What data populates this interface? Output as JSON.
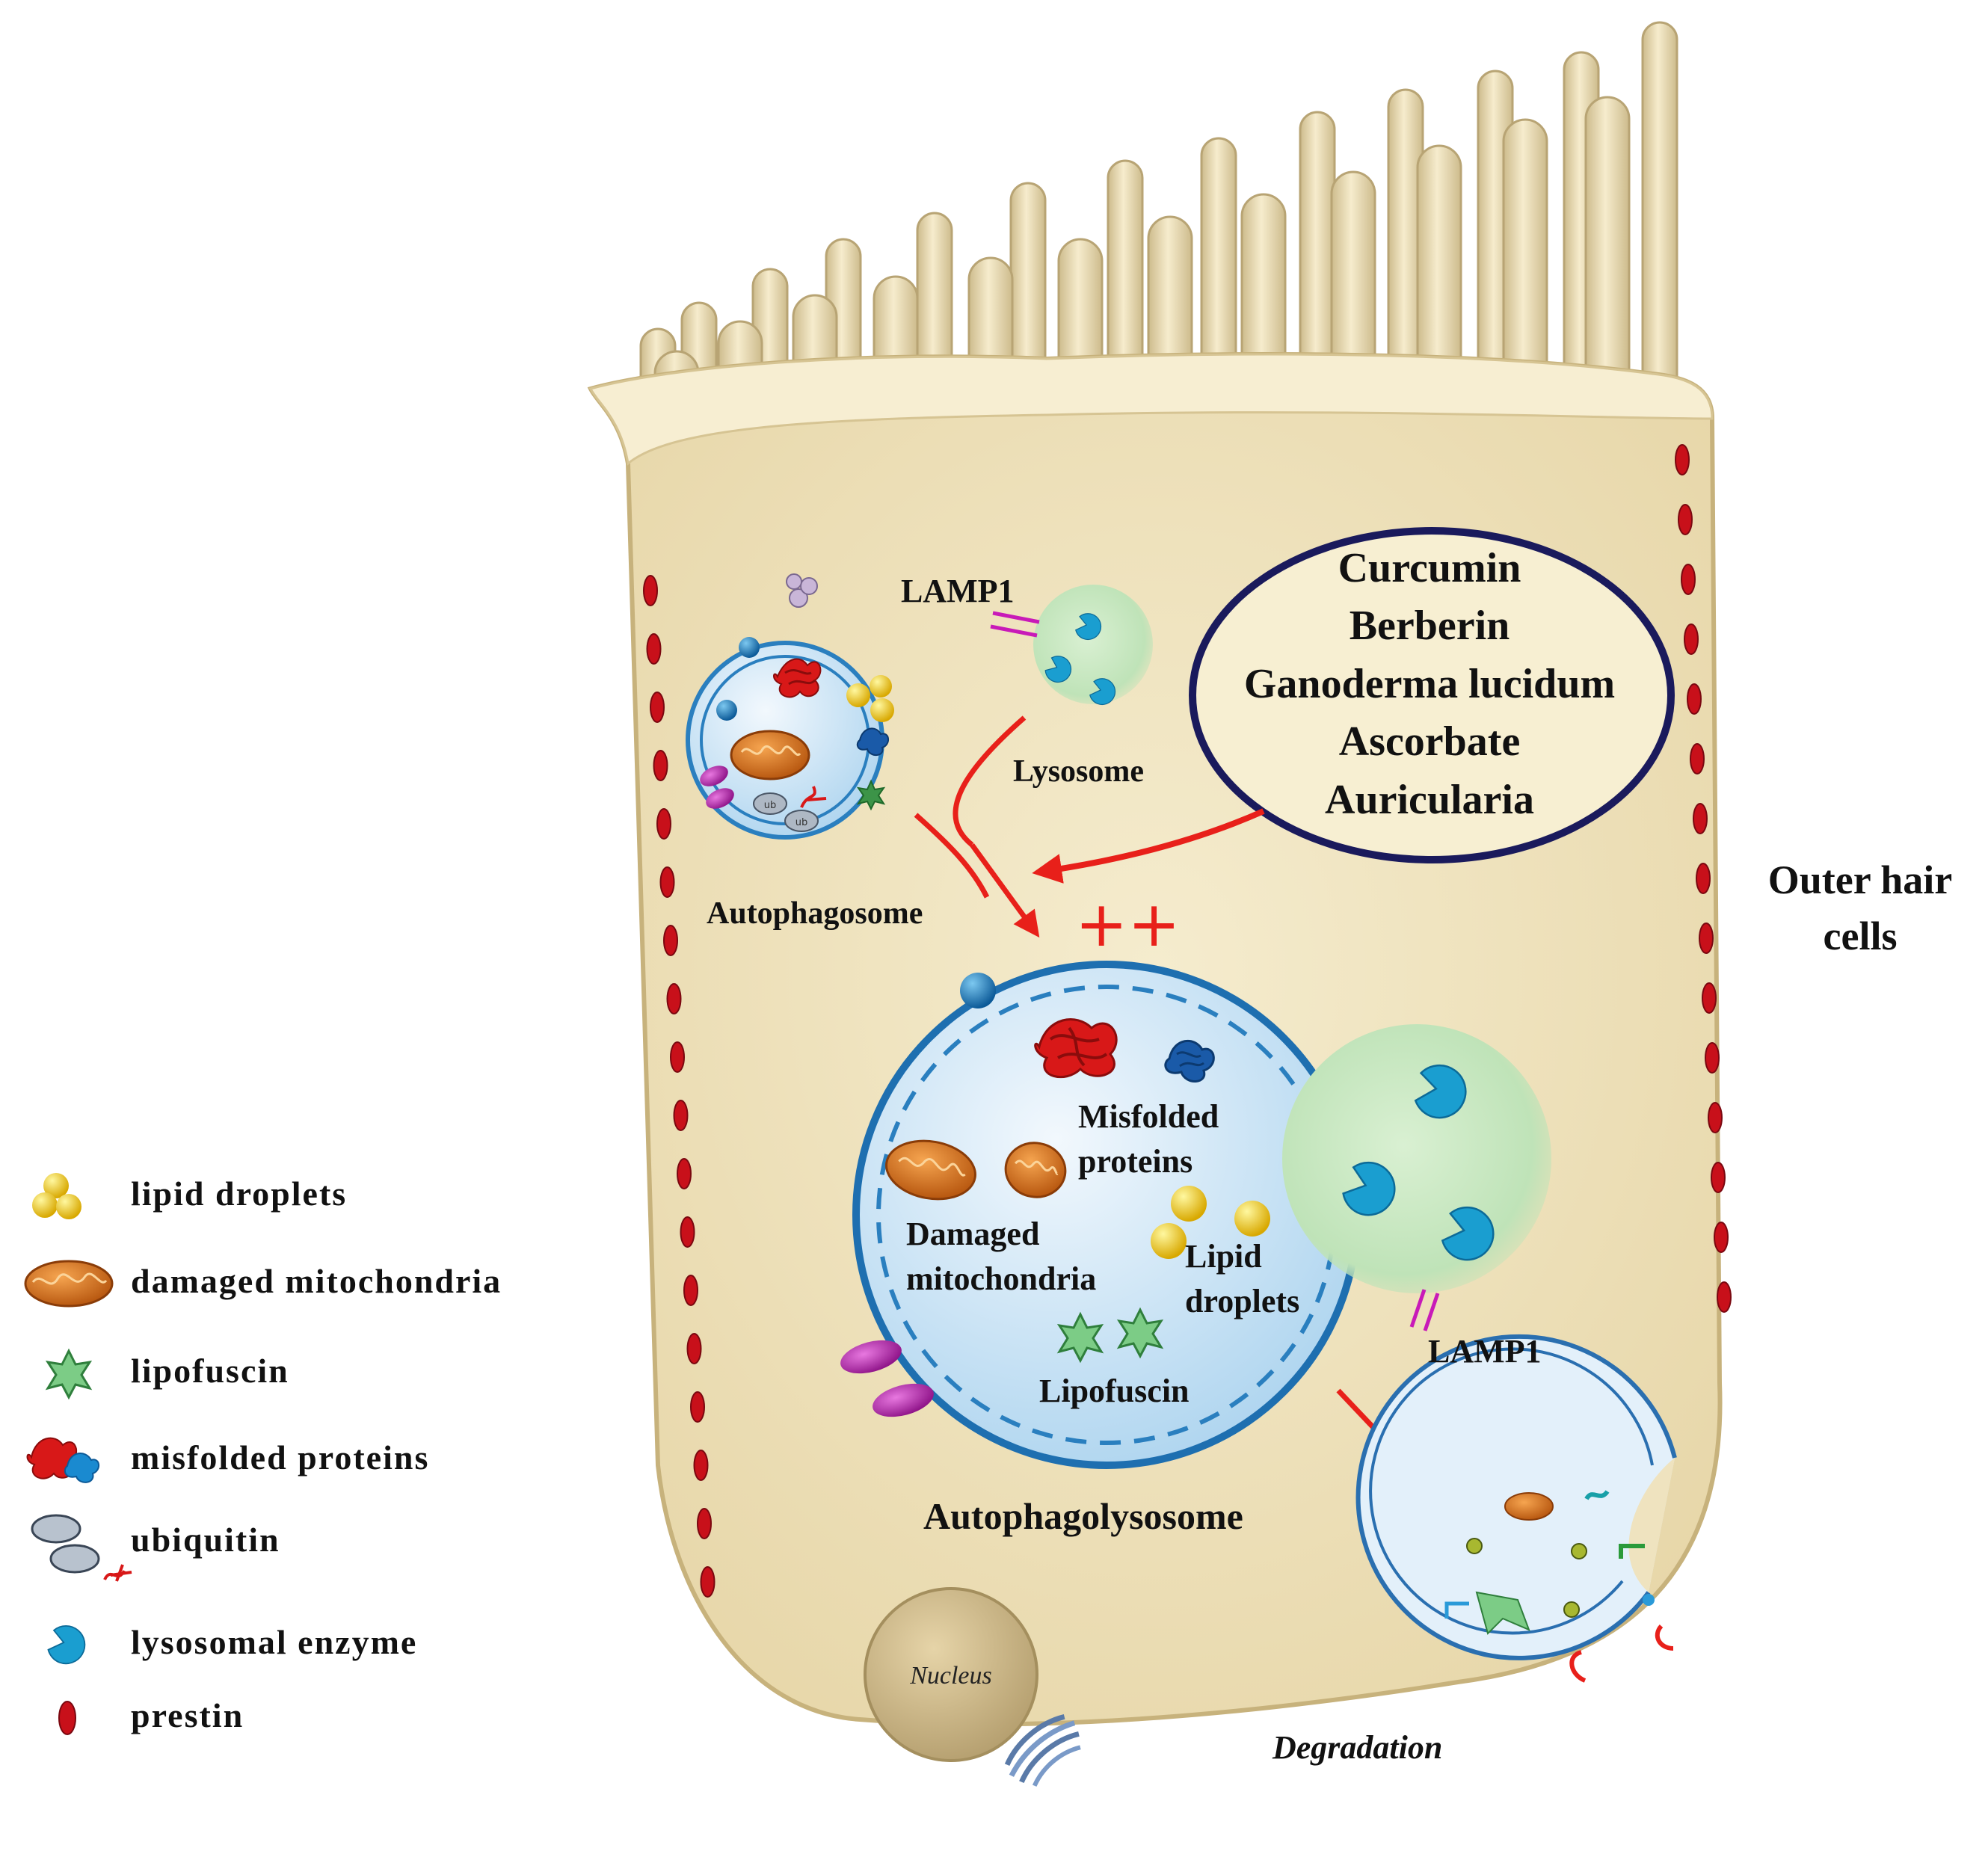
{
  "drugs": {
    "items": [
      "Curcumin",
      "Berberin",
      "Ganoderma lucidum",
      "Ascorbate",
      "Auricularia"
    ]
  },
  "labels": {
    "lamp1_top": "LAMP1",
    "lysosome": "Lysosome",
    "autophagosome": "Autophagosome",
    "plus": "++",
    "misfolded": [
      "Misfolded",
      "proteins"
    ],
    "damaged": [
      "Damaged",
      "mitochondria"
    ],
    "lipid": [
      "Lipid",
      "droplets"
    ],
    "lipofuscin": "Lipofuscin",
    "lamp1_bottom": "LAMP1",
    "autophagolysosome": "Autophagolysosome",
    "nucleus": "Nucleus",
    "degradation": "Degradation",
    "outer_hair_cells": [
      "Outer hair",
      "cells"
    ],
    "ub": "ub"
  },
  "legend": [
    {
      "icon": "lipid-droplets-icon",
      "label": "lipid  droplets"
    },
    {
      "icon": "damaged-mitochondria-icon",
      "label": "damaged  mitochondria"
    },
    {
      "icon": "lipofuscin-icon",
      "label": "lipofuscin"
    },
    {
      "icon": "misfolded-proteins-icon",
      "label": "misfolded  proteins"
    },
    {
      "icon": "ubiquitin-icon",
      "label": "ubiquitin"
    },
    {
      "icon": "lysosomal-enzyme-icon",
      "label": "lysosomal enzyme"
    },
    {
      "icon": "prestin-icon",
      "label": "prestin"
    }
  ],
  "colors": {
    "cell_body": "#efe3bf",
    "cell_edge": "#cbb98a",
    "stereocilia": "#eadcb4",
    "prestin": "#c8101a",
    "arrow": "#e8201a",
    "drug_ring": "#1a1a5c",
    "vesicle_membrane": "#2a7fbf",
    "lysosome_fill": "#c8e8c0",
    "enzyme": "#1a9ed0",
    "lipid": "#f3d21a",
    "mito": "#e07a1a",
    "lipofuscin": "#4aa85a",
    "misfolded_red": "#d81818",
    "misfolded_blue": "#1a5aa8",
    "ubiquitin": "#9aa6b4",
    "magenta": "#b01aa8"
  }
}
